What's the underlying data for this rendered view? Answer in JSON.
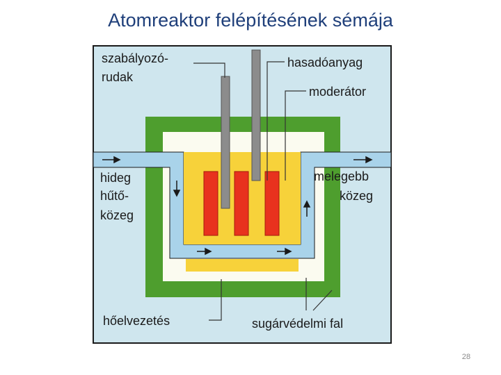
{
  "slide": {
    "title": "Atomreaktor felépítésének sémája",
    "page_number": "28"
  },
  "diagram": {
    "labels": {
      "control_rods_line1": "szabályozó-",
      "control_rods_line2": "rudak",
      "fuel": "hasadóanyag",
      "moderator": "moderátor",
      "cold_line1": "hideg",
      "cold_line2": "hűtő-",
      "cold_line3": "közeg",
      "warm_line1": "melegebb",
      "warm_line2": "közeg",
      "heat": "hőelvezetés",
      "shield": "sugárvédelmi fal"
    },
    "colors": {
      "background": "#cfe6ee",
      "shield_wall": "#4e9e2e",
      "reactor_vessel": "#fbfbf0",
      "coolant_pipe": "#a9d3ea",
      "moderator": "#f7d23a",
      "fuel_rod": "#e8321e",
      "control_rod": "#8c8c8c",
      "frame": "#1a1a1a"
    }
  }
}
